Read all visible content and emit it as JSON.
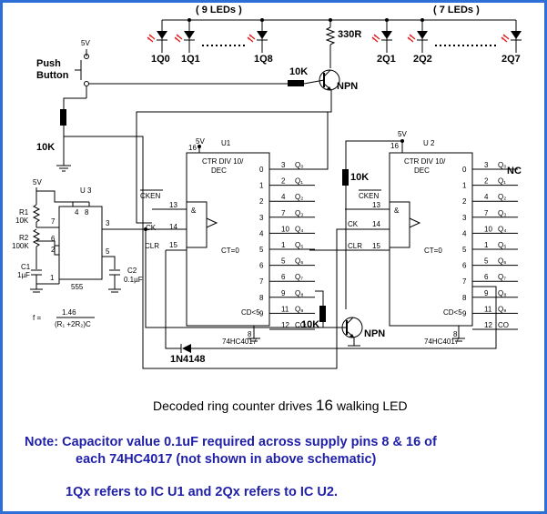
{
  "colors": {
    "frame": "#2d6fd6",
    "note_text": "#1f1fa8",
    "led": "#e01919",
    "wire": "#000000"
  },
  "schematic": {
    "group1_label": "( 9 LEDs )",
    "group2_label": "( 7 LEDs )",
    "leds1": [
      "1Q0",
      "1Q1",
      "1Q8"
    ],
    "leds2": [
      "2Q1",
      "2Q2",
      "2Q7"
    ],
    "r_330": "330R",
    "r_10k_base": "10K",
    "npn_top": "NPN",
    "push_button": [
      "Push",
      "Button"
    ],
    "supply_5v": "5V",
    "r_10k_pull": "10K",
    "u3": {
      "name": "U 3",
      "part": "555",
      "r1": [
        "R1",
        "10K"
      ],
      "r2": [
        "R2",
        "100K"
      ],
      "c1": [
        "C1",
        "1µF"
      ],
      "c2": [
        "C2",
        "0.1µF"
      ],
      "pins": [
        "4",
        "8",
        "7",
        "6",
        "2",
        "1",
        "3",
        "5"
      ]
    },
    "formula": {
      "lhs": "f =",
      "num": "1.46",
      "den": "(R₁ +2R₂)C"
    },
    "u1": {
      "name": "U1",
      "title": [
        "CTR DIV 10/",
        "DEC"
      ],
      "part": "74HC4017",
      "supply": "5V",
      "pin16": "16",
      "pin8": "8"
    },
    "u2": {
      "name": "U 2",
      "title": [
        "CTR DIV 10/",
        "DEC"
      ],
      "part": "74HC4017",
      "supply": "5V",
      "pin16": "16",
      "pin8": "8"
    },
    "ctrl": {
      "cken": "CKEN",
      "ck": "CK",
      "clr": "CLR",
      "ct0": "CT=0",
      "cd": "CD<5",
      "p13": "13",
      "p14": "14",
      "p15": "15"
    },
    "out_pins": [
      "3",
      "2",
      "4",
      "7",
      "10",
      "1",
      "5",
      "6",
      "9",
      "11",
      "12"
    ],
    "out_names": [
      "0",
      "1",
      "2",
      "3",
      "4",
      "5",
      "6",
      "7",
      "8",
      "9"
    ],
    "q_names": [
      "Q₀",
      "Q₁",
      "Q₂",
      "Q₃",
      "Q₄",
      "Q₅",
      "Q₆",
      "Q₇",
      "Q₈",
      "Q₉",
      "CO"
    ],
    "nc": "NC",
    "r_10k_u2": "10K",
    "r_10k_bottom": "10K",
    "npn_bottom": "NPN",
    "diode": "1N4148"
  },
  "caption": {
    "prefix": "Decoded ring counter drives",
    "number": "16",
    "suffix": "walking LED"
  },
  "note": {
    "label": "Note:",
    "line1": "Capacitor  value 0.1uF required across supply pins 8 & 16 of",
    "line2": "each 74HC4017 (not shown in above schematic)",
    "line3": "1Qx refers to IC U1 and 2Qx refers to IC U2."
  }
}
